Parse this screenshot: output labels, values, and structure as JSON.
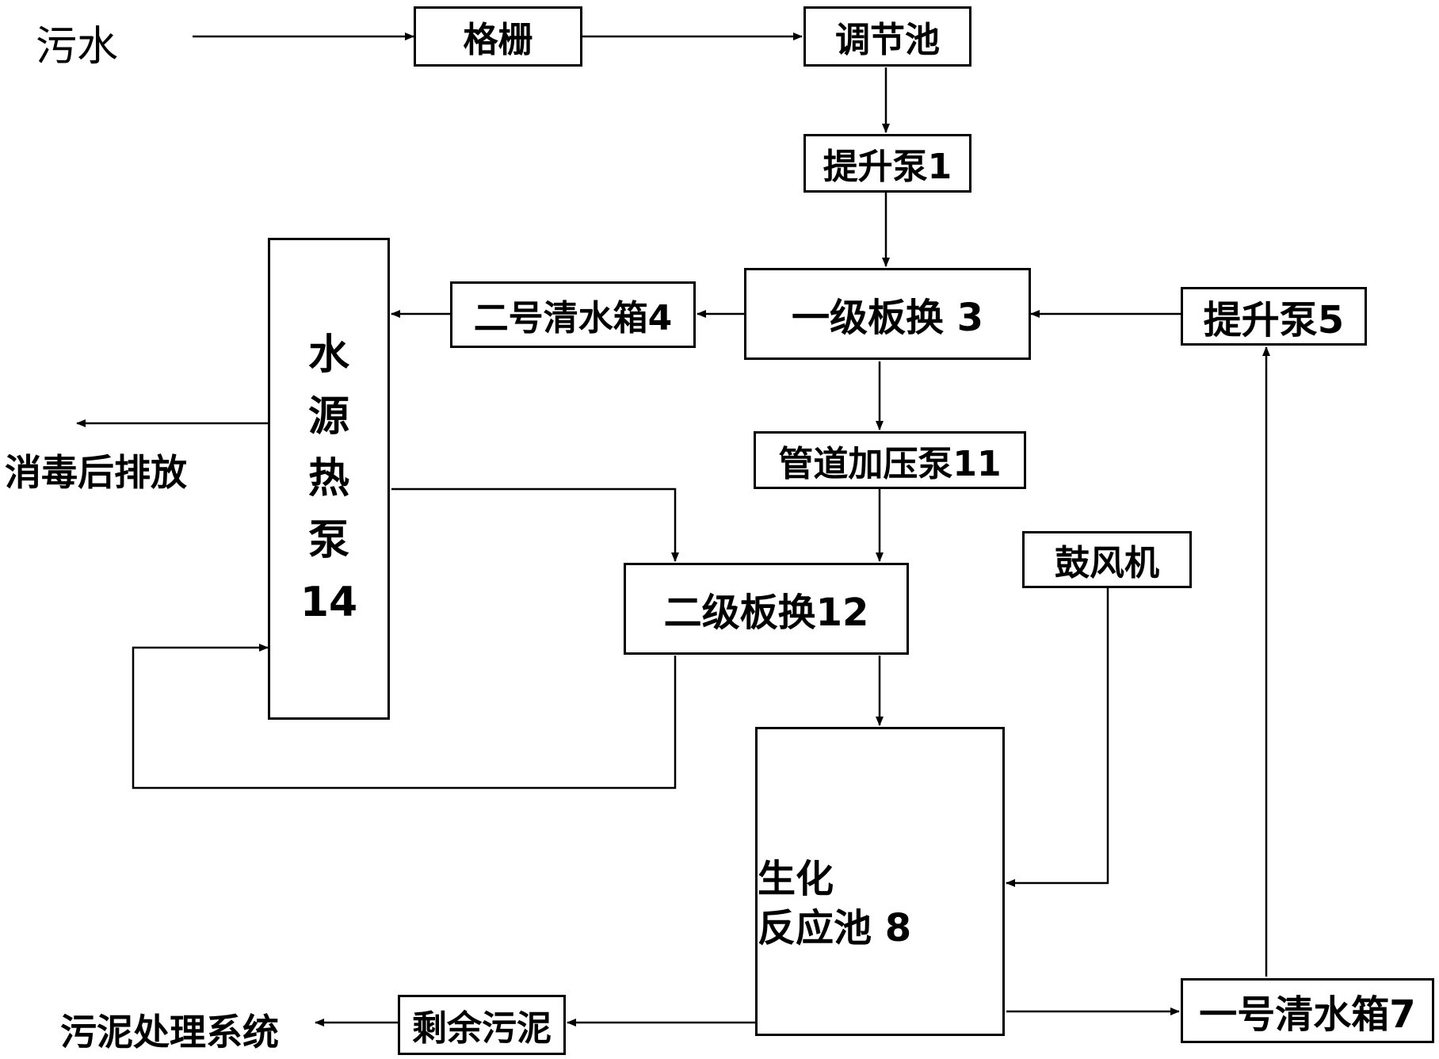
{
  "title": "",
  "nodes": {
    "input_label": "污水",
    "grille": "格栅",
    "regulating_tank": "调节池",
    "lift_pump_1": "提升泵1",
    "plate_exchanger_3": "一级板换 3",
    "clear_water_tank_4": "二号清水箱4",
    "lift_pump_5": "提升泵5",
    "pipeline_booster_11": "管道加压泵11",
    "plate_exchanger_12": "二级板换12",
    "blower": "鼓风机",
    "reactor_line1": "生化",
    "reactor_line2": "反应池 8",
    "heat_pump": [
      "水",
      "源",
      "热",
      "泵",
      "14"
    ],
    "discharge_label": "消毒后排放",
    "excess_sludge": "剩余污泥",
    "sludge_system_label": "污泥处理系统",
    "clear_water_tank_7": "一号清水箱7"
  },
  "style": {
    "line_color": "#000000",
    "box_border": "#000000",
    "background": "#ffffff"
  }
}
